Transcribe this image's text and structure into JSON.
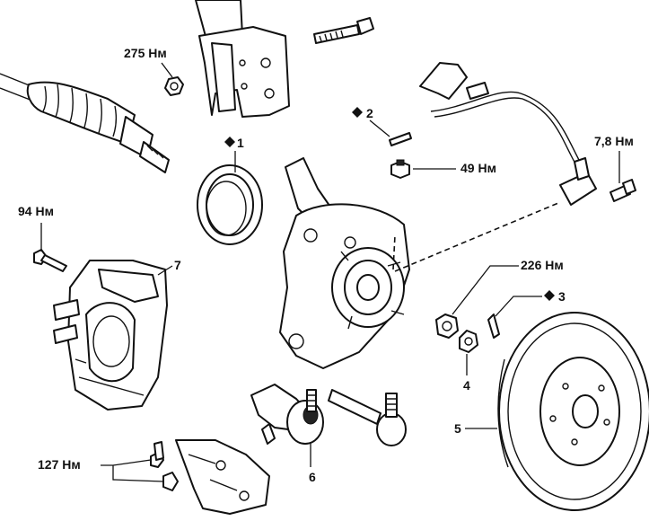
{
  "labels": {
    "torque_cv_nut": "275 Нм",
    "torque_caliper_bolt": "94 Нм",
    "torque_lower_arm": "127 Нм",
    "torque_cotter_nut": "49 Нм",
    "torque_abs_sensor": "7,8 Нм",
    "torque_hub_nut": "226 Нм",
    "item_1": "1",
    "item_2": "2",
    "item_3": "3",
    "item_4": "4",
    "item_5": "5",
    "item_6": "6",
    "item_7": "7"
  }
}
